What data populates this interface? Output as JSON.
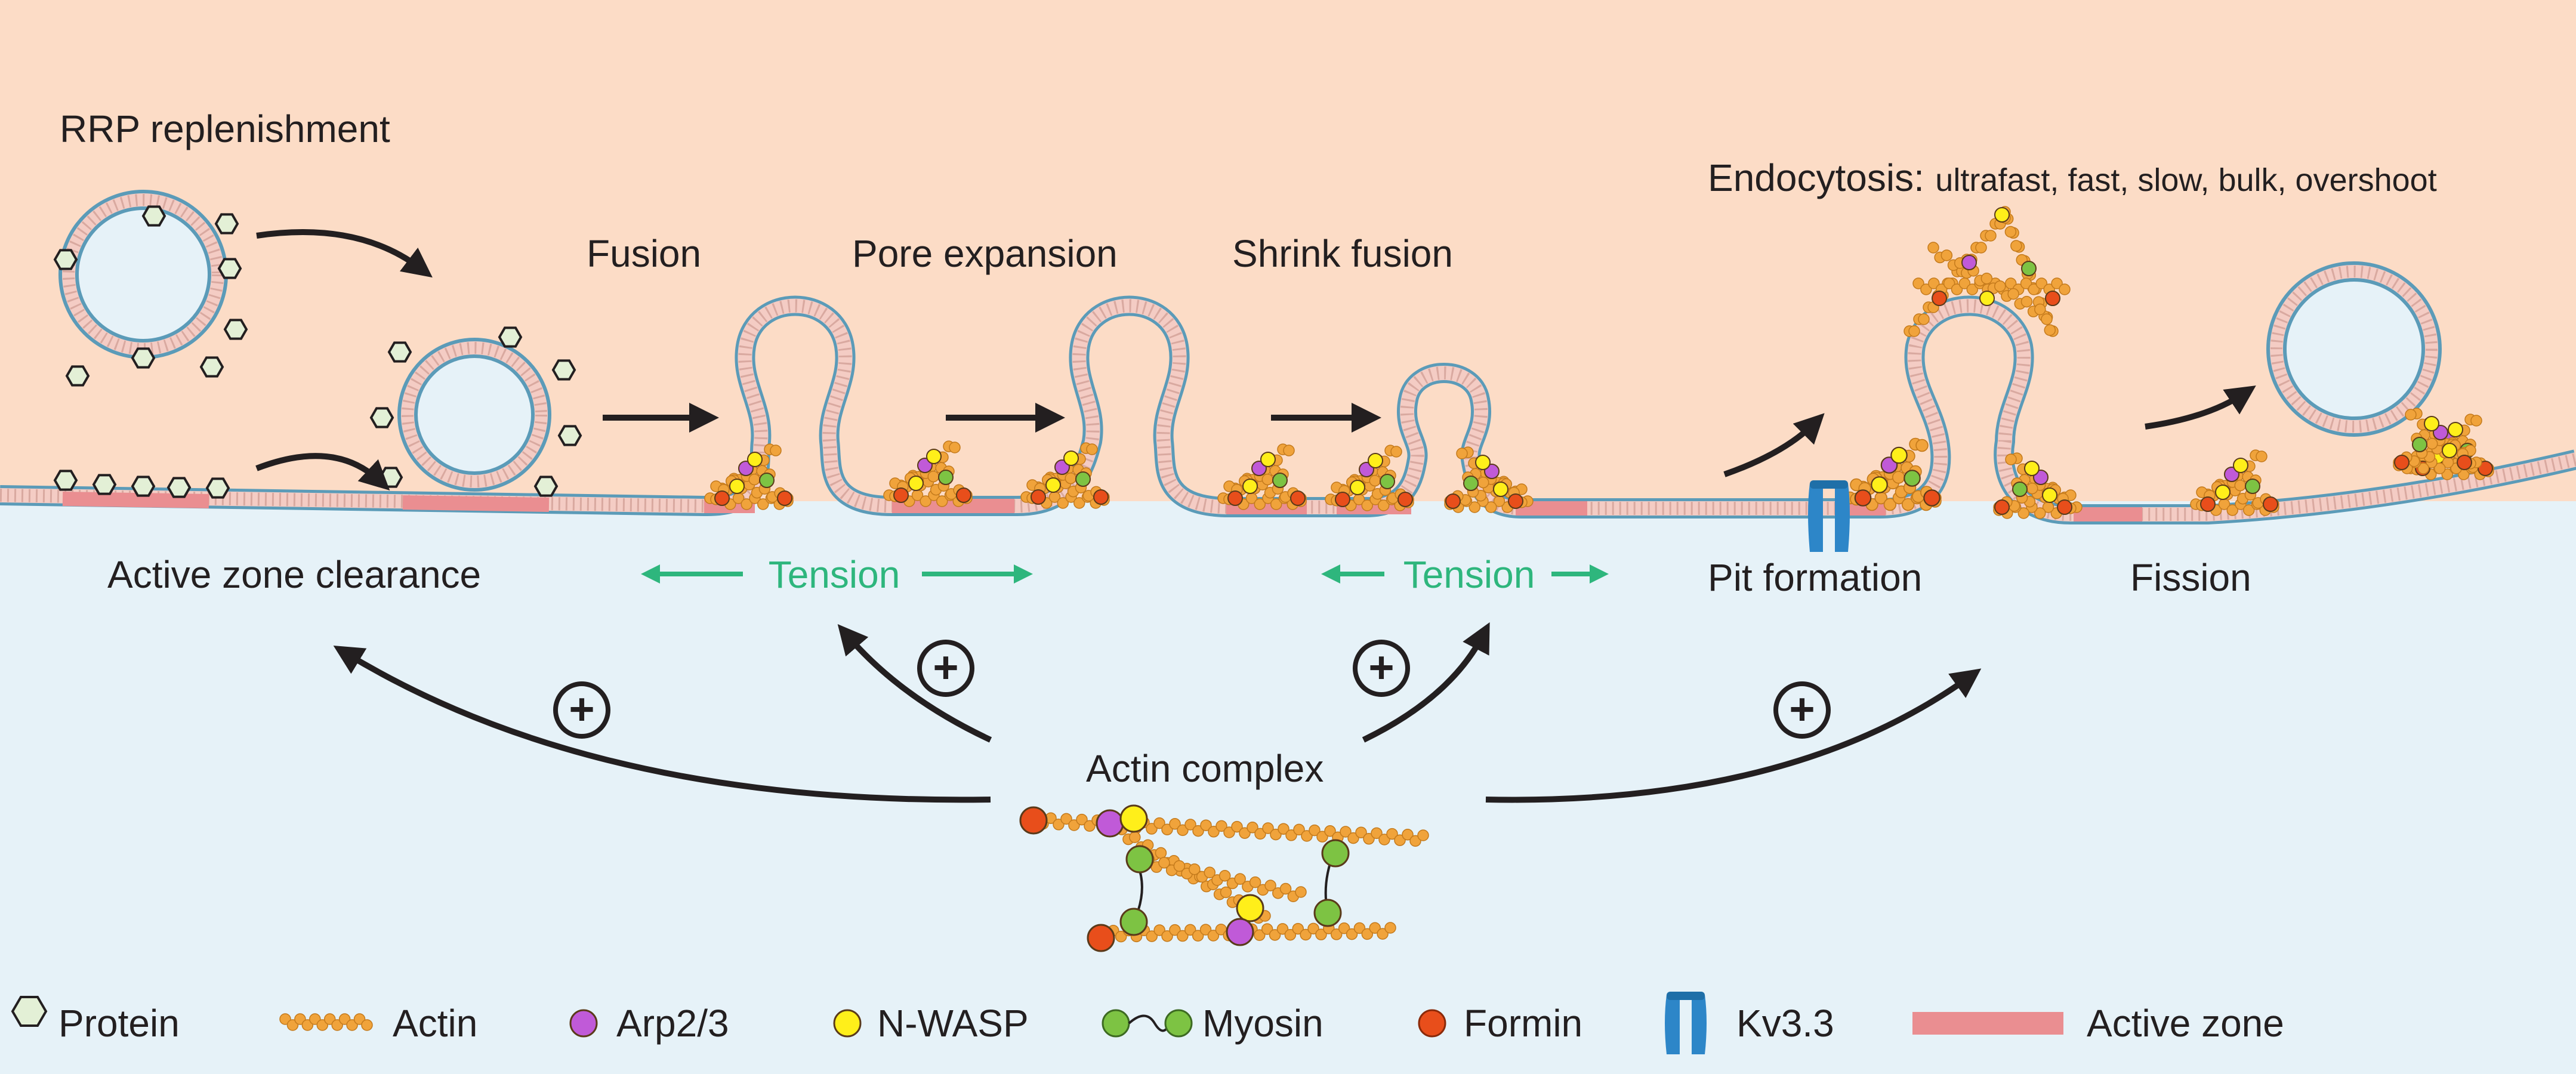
{
  "colors": {
    "top_background": "#fcdcc6",
    "bottom_background": "#e6f2f8",
    "membrane_head": "#5b9bb8",
    "membrane_tail": "#f4ccc4",
    "active_zone": "#ea8e91",
    "actin": "#f0a33b",
    "arp23": "#c05ad8",
    "nwasp": "#ffef1a",
    "myosin": "#7dc343",
    "formin": "#e84e1b",
    "kv33": "#2d86c8",
    "tension": "#2eb67d",
    "protein_fill": "#e3f0d6"
  },
  "labels": {
    "rrp": "RRP replenishment",
    "fusion": "Fusion",
    "pore_expansion": "Pore expansion",
    "shrink_fusion": "Shrink fusion",
    "endocytosis_main": "Endocytosis:",
    "endocytosis_types": "ultrafast, fast, slow, bulk, overshoot",
    "active_zone_clearance": "Active zone clearance",
    "tension_left": "Tension",
    "tension_right": "Tension",
    "pit_formation": "Pit formation",
    "fission": "Fission",
    "actin_complex": "Actin complex",
    "plus_symbol": "+"
  },
  "legend": [
    {
      "icon": "protein-icon",
      "label": "Protein"
    },
    {
      "icon": "actin-icon",
      "label": "Actin"
    },
    {
      "icon": "arp23-icon",
      "label": "Arp2/3"
    },
    {
      "icon": "nwasp-icon",
      "label": "N-WASP"
    },
    {
      "icon": "myosin-icon",
      "label": "Myosin"
    },
    {
      "icon": "formin-icon",
      "label": "Formin"
    },
    {
      "icon": "kv33-icon",
      "label": "Kv3.3"
    },
    {
      "icon": "active-zone-icon",
      "label": "Active zone"
    }
  ]
}
